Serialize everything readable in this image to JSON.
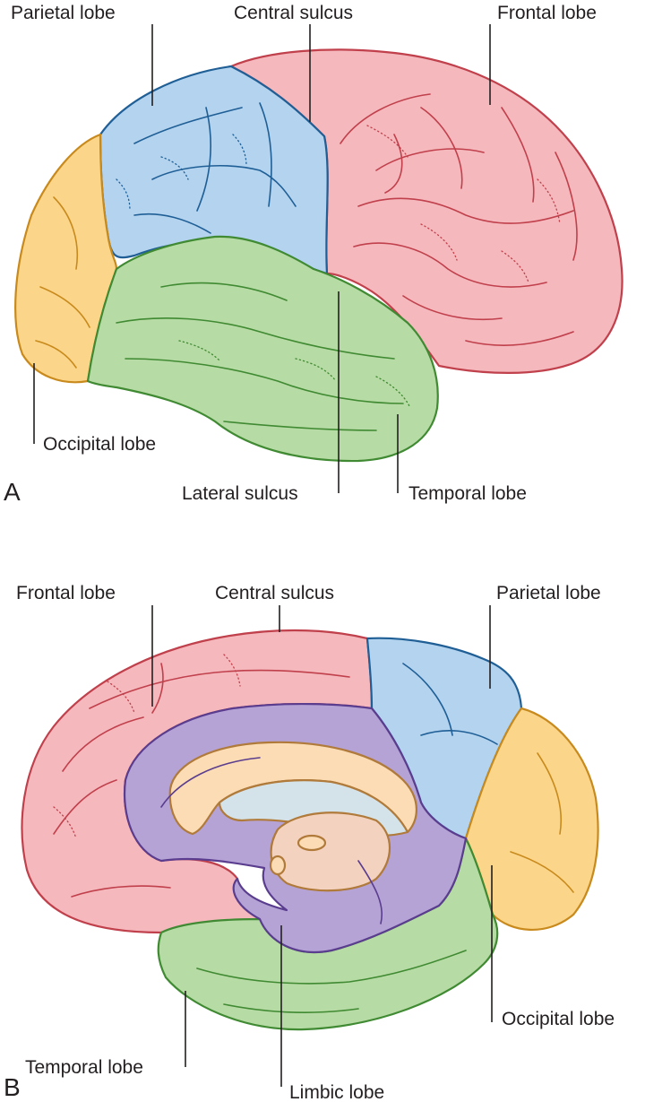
{
  "panel_a": {
    "letter": "A",
    "labels": {
      "parietal": "Parietal lobe",
      "central": "Central sulcus",
      "frontal": "Frontal lobe",
      "occipital": "Occipital lobe",
      "lateral": "Lateral sulcus",
      "temporal": "Temporal lobe"
    }
  },
  "panel_b": {
    "letter": "B",
    "labels": {
      "frontal": "Frontal lobe",
      "central": "Central sulcus",
      "parietal": "Parietal lobe",
      "occipital": "Occipital lobe",
      "temporal": "Temporal lobe",
      "limbic": "Limbic lobe"
    }
  },
  "colors": {
    "frontal_fill": "#f5b8bd",
    "frontal_line": "#c0404c",
    "parietal_fill": "#b3d3ef",
    "parietal_line": "#1f5f96",
    "occipital_fill": "#fbd68a",
    "occipital_line": "#c98a1d",
    "temporal_fill": "#b7dba4",
    "temporal_line": "#3f8a32",
    "limbic_fill": "#b5a3d6",
    "limbic_line": "#5a3d8e",
    "corpus_fill": "#fbdcb4",
    "corpus_line": "#b07a3a",
    "ventricle_fill": "#d4e3ea",
    "thalamus_fill": "#f4d2c0"
  }
}
